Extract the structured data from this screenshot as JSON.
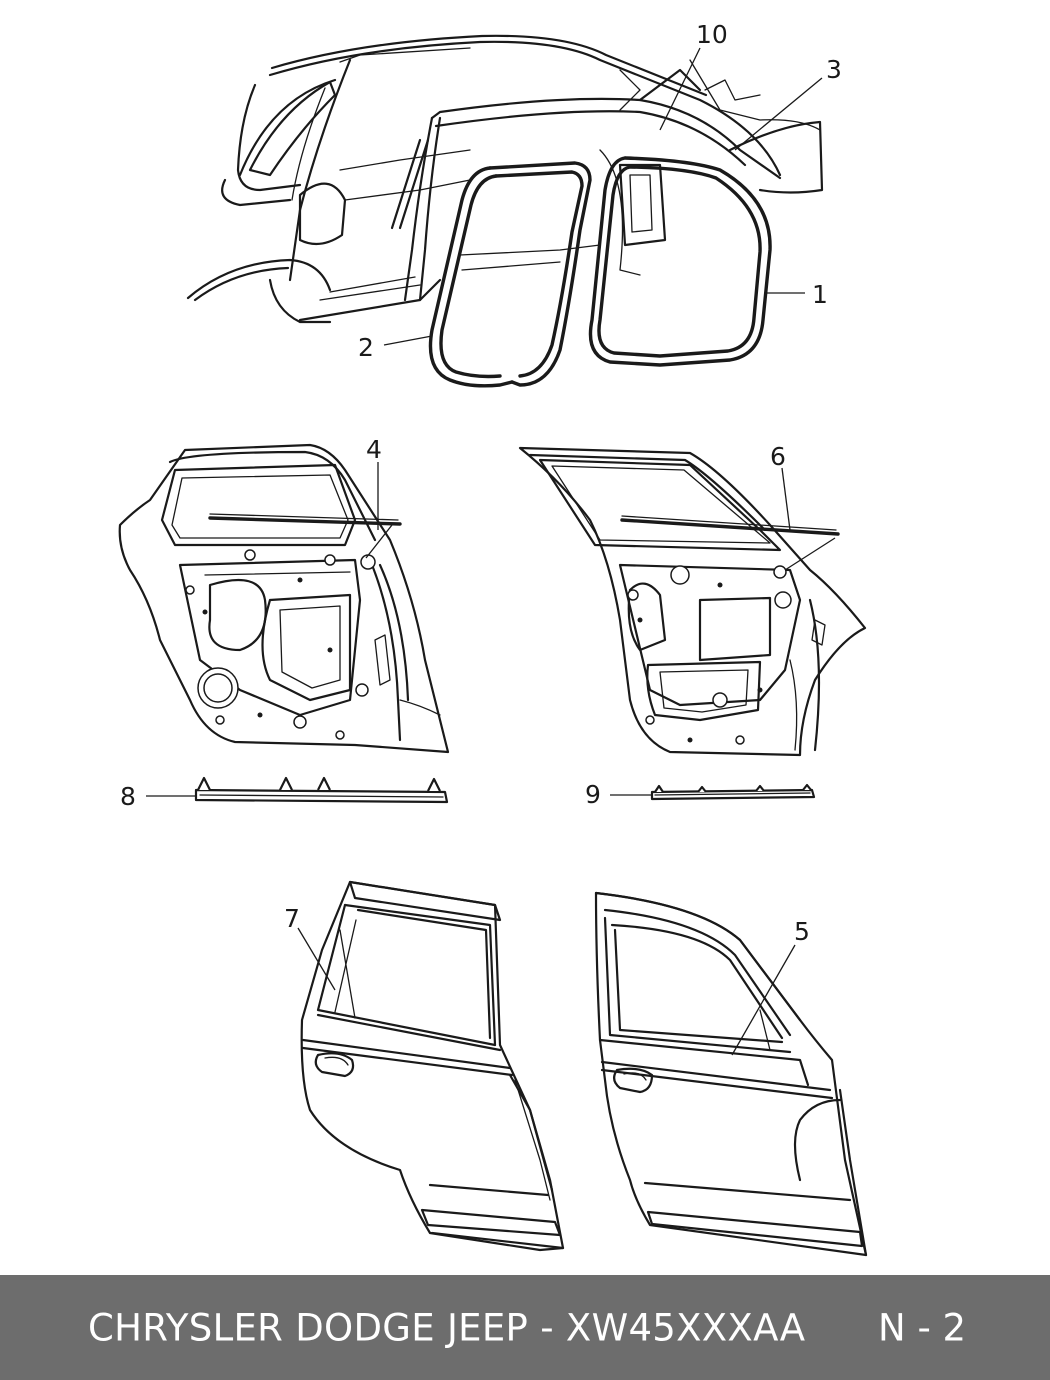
{
  "callouts": {
    "c1": "1",
    "c2": "2",
    "c3": "3",
    "c4": "4",
    "c5": "5",
    "c6": "6",
    "c7": "7",
    "c8": "8",
    "c9": "9",
    "c10": "10"
  },
  "footer": {
    "title": "CHRYSLER DODGE JEEP - XW45XXXAA",
    "page": "N - 2"
  },
  "colors": {
    "footer_bg": "#6d6d6d",
    "footer_text": "#ffffff",
    "line": "#1a1a1a"
  }
}
